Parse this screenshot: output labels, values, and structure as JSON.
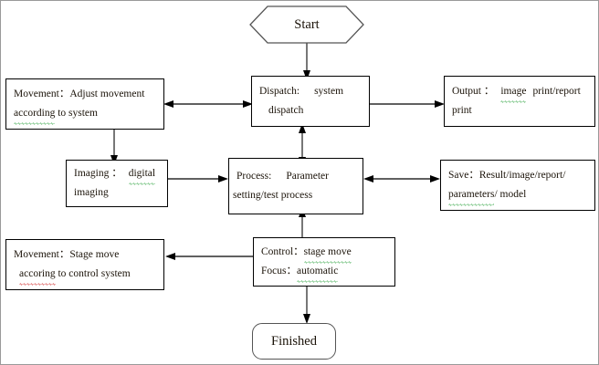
{
  "diagram": {
    "title": "System workflow flowchart",
    "colors": {
      "border": "#000000",
      "frame": "#9a9a9a",
      "text": "#1a1208",
      "spellcheck_green": "#1f9c32",
      "spellcheck_red": "#cc1111"
    },
    "nodes": {
      "start": {
        "label": "Start",
        "shape": "hexagon"
      },
      "finished": {
        "label": "Finished",
        "shape": "rounded-rectangle"
      },
      "movement_adjust": {
        "shape": "rectangle",
        "line1_a": "Movement",
        "line1_b": "：Adjust movement",
        "line2_a": "according",
        "line2_b": " to system"
      },
      "dispatch": {
        "shape": "rectangle",
        "line1_a": "Dispatch:",
        "line1_b": "system",
        "line2": "dispatch"
      },
      "output": {
        "shape": "rectangle",
        "line1_a": "Output ：",
        "line1_b": "image",
        "line1_c": "print/report",
        "line2": "print"
      },
      "imaging": {
        "shape": "rectangle",
        "line1_a": "Imaging ：",
        "line1_b": "digital",
        "line2": "imaging"
      },
      "process": {
        "shape": "rectangle",
        "line1_a": "Process:",
        "line1_b": "Parameter",
        "line2": "setting/test process"
      },
      "save": {
        "shape": "rectangle",
        "line1": "Save：Result/image/report/",
        "line2_a": "parameters",
        "line2_b": "/ model"
      },
      "movement_stage": {
        "shape": "rectangle",
        "line1_a": "Movement",
        "line1_b": "：Stage move",
        "line2_a": "accoring",
        "line2_b": " to control system"
      },
      "control": {
        "shape": "rectangle",
        "line1_a": "Control：",
        "line1_b": "stage move",
        "line2_a": "Focus：",
        "line2_b": "automatic"
      }
    },
    "edges": [
      {
        "name": "start-to-dispatch",
        "from": "start",
        "to": "dispatch",
        "direction": "down",
        "heads": "single"
      },
      {
        "name": "movement-adjust-dispatch",
        "from": "movement_adjust",
        "to": "dispatch",
        "direction": "horizontal",
        "heads": "double"
      },
      {
        "name": "dispatch-to-output",
        "from": "dispatch",
        "to": "output",
        "direction": "right",
        "heads": "single"
      },
      {
        "name": "movement-adjust-to-imaging",
        "from": "movement_adjust",
        "to": "imaging",
        "direction": "down",
        "heads": "single"
      },
      {
        "name": "dispatch-process",
        "from": "dispatch",
        "to": "process",
        "direction": "vertical",
        "heads": "double"
      },
      {
        "name": "imaging-to-process",
        "from": "imaging",
        "to": "process",
        "direction": "right",
        "heads": "single"
      },
      {
        "name": "process-save",
        "from": "process",
        "to": "save",
        "direction": "horizontal",
        "heads": "double"
      },
      {
        "name": "process-control",
        "from": "process",
        "to": "control",
        "direction": "vertical",
        "heads": "double"
      },
      {
        "name": "control-to-movement-stage",
        "from": "control",
        "to": "movement_stage",
        "direction": "left",
        "heads": "single"
      },
      {
        "name": "control-to-finished",
        "from": "control",
        "to": "finished",
        "direction": "down",
        "heads": "single"
      }
    ]
  }
}
